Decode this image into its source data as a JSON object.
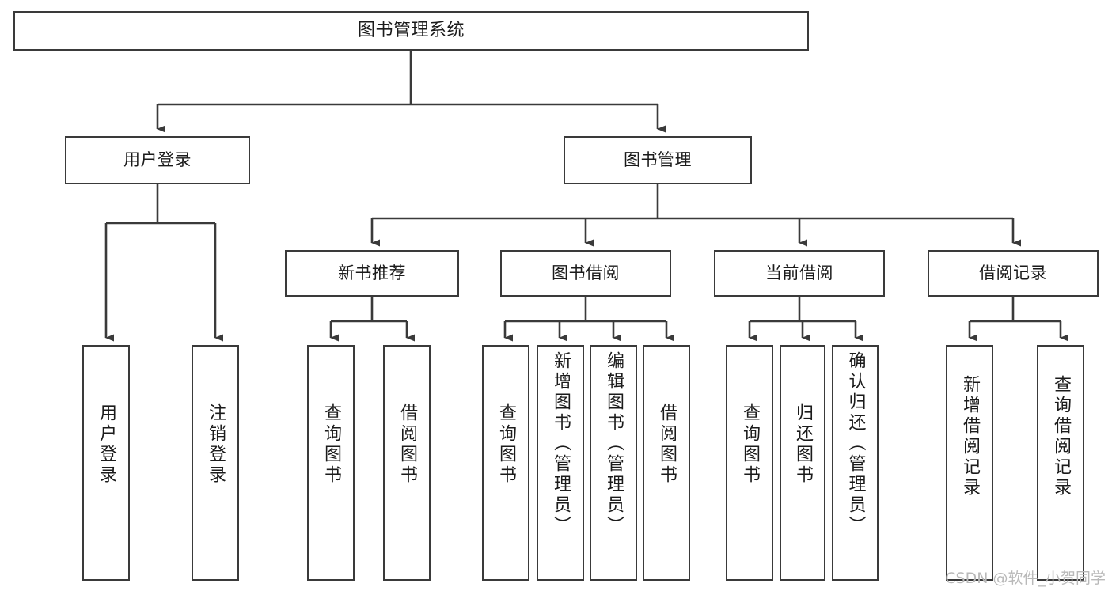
{
  "diagram": {
    "title": "图书管理系统",
    "type": "hierarchy-tree",
    "root": {
      "id": "root",
      "label": "图书管理系统"
    },
    "level1": [
      {
        "id": "user-login",
        "label": "用户登录"
      },
      {
        "id": "book-manage",
        "label": "图书管理"
      }
    ],
    "level2": [
      {
        "id": "new-book-rec",
        "label": "新书推荐",
        "parent": "book-manage"
      },
      {
        "id": "book-borrow",
        "label": "图书借阅",
        "parent": "book-manage"
      },
      {
        "id": "current-borrow",
        "label": "当前借阅",
        "parent": "book-manage"
      },
      {
        "id": "borrow-record",
        "label": "借阅记录",
        "parent": "book-manage"
      }
    ],
    "leaves": [
      {
        "id": "leaf-user-login",
        "label": "用户登录",
        "parent": "user-login"
      },
      {
        "id": "leaf-logout-login",
        "label": "注销登录",
        "parent": "user-login"
      },
      {
        "id": "leaf-query-book-1",
        "label": "查询图书",
        "parent": "new-book-rec"
      },
      {
        "id": "leaf-borrow-book-1",
        "label": "借阅图书",
        "parent": "new-book-rec"
      },
      {
        "id": "leaf-query-book-2",
        "label": "查询图书",
        "parent": "book-borrow"
      },
      {
        "id": "leaf-add-book",
        "label": "新增图书（管理员）",
        "parent": "book-borrow"
      },
      {
        "id": "leaf-edit-book",
        "label": "编辑图书（管理员）",
        "parent": "book-borrow"
      },
      {
        "id": "leaf-borrow-book-2",
        "label": "借阅图书",
        "parent": "book-borrow"
      },
      {
        "id": "leaf-query-book-3",
        "label": "查询图书",
        "parent": "current-borrow"
      },
      {
        "id": "leaf-return-book",
        "label": "归还图书",
        "parent": "current-borrow"
      },
      {
        "id": "leaf-confirm-return",
        "label": "确认归还（管理员）",
        "parent": "current-borrow"
      },
      {
        "id": "leaf-add-record",
        "label": "新增借阅记录",
        "parent": "borrow-record"
      },
      {
        "id": "leaf-query-record",
        "label": "查询借阅记录",
        "parent": "borrow-record"
      }
    ],
    "colors": {
      "stroke": "#3a3a3a",
      "fill": "#ffffff",
      "text": "#1b1b1b",
      "watermark": "#b9b9b9"
    }
  },
  "watermark": {
    "text": "CSDN @软件_小贺同学"
  }
}
